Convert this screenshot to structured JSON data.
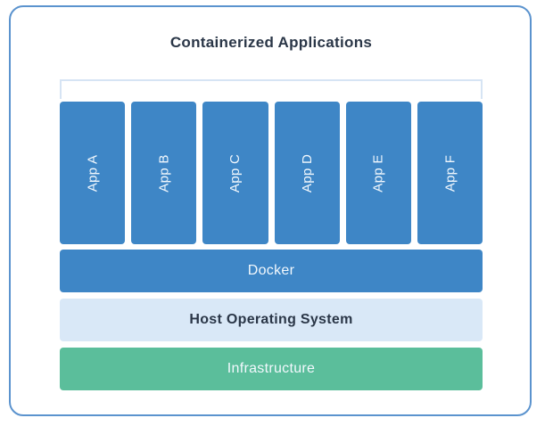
{
  "diagram": {
    "title": "Containerized Applications",
    "apps": [
      "App A",
      "App B",
      "App C",
      "App D",
      "App E",
      "App F"
    ],
    "layers": {
      "docker": "Docker",
      "host_os": "Host Operating System",
      "infrastructure": "Infrastructure"
    },
    "colors": {
      "app_and_docker_blue": "#3E86C6",
      "host_os_light_blue": "#D9E8F7",
      "infrastructure_green": "#5BBE9B",
      "frame_border_blue": "#5B93CE",
      "container_outline_light_blue": "#D6E4F4",
      "dark_text": "#2A3647",
      "light_text": "#F2F8FD"
    }
  }
}
